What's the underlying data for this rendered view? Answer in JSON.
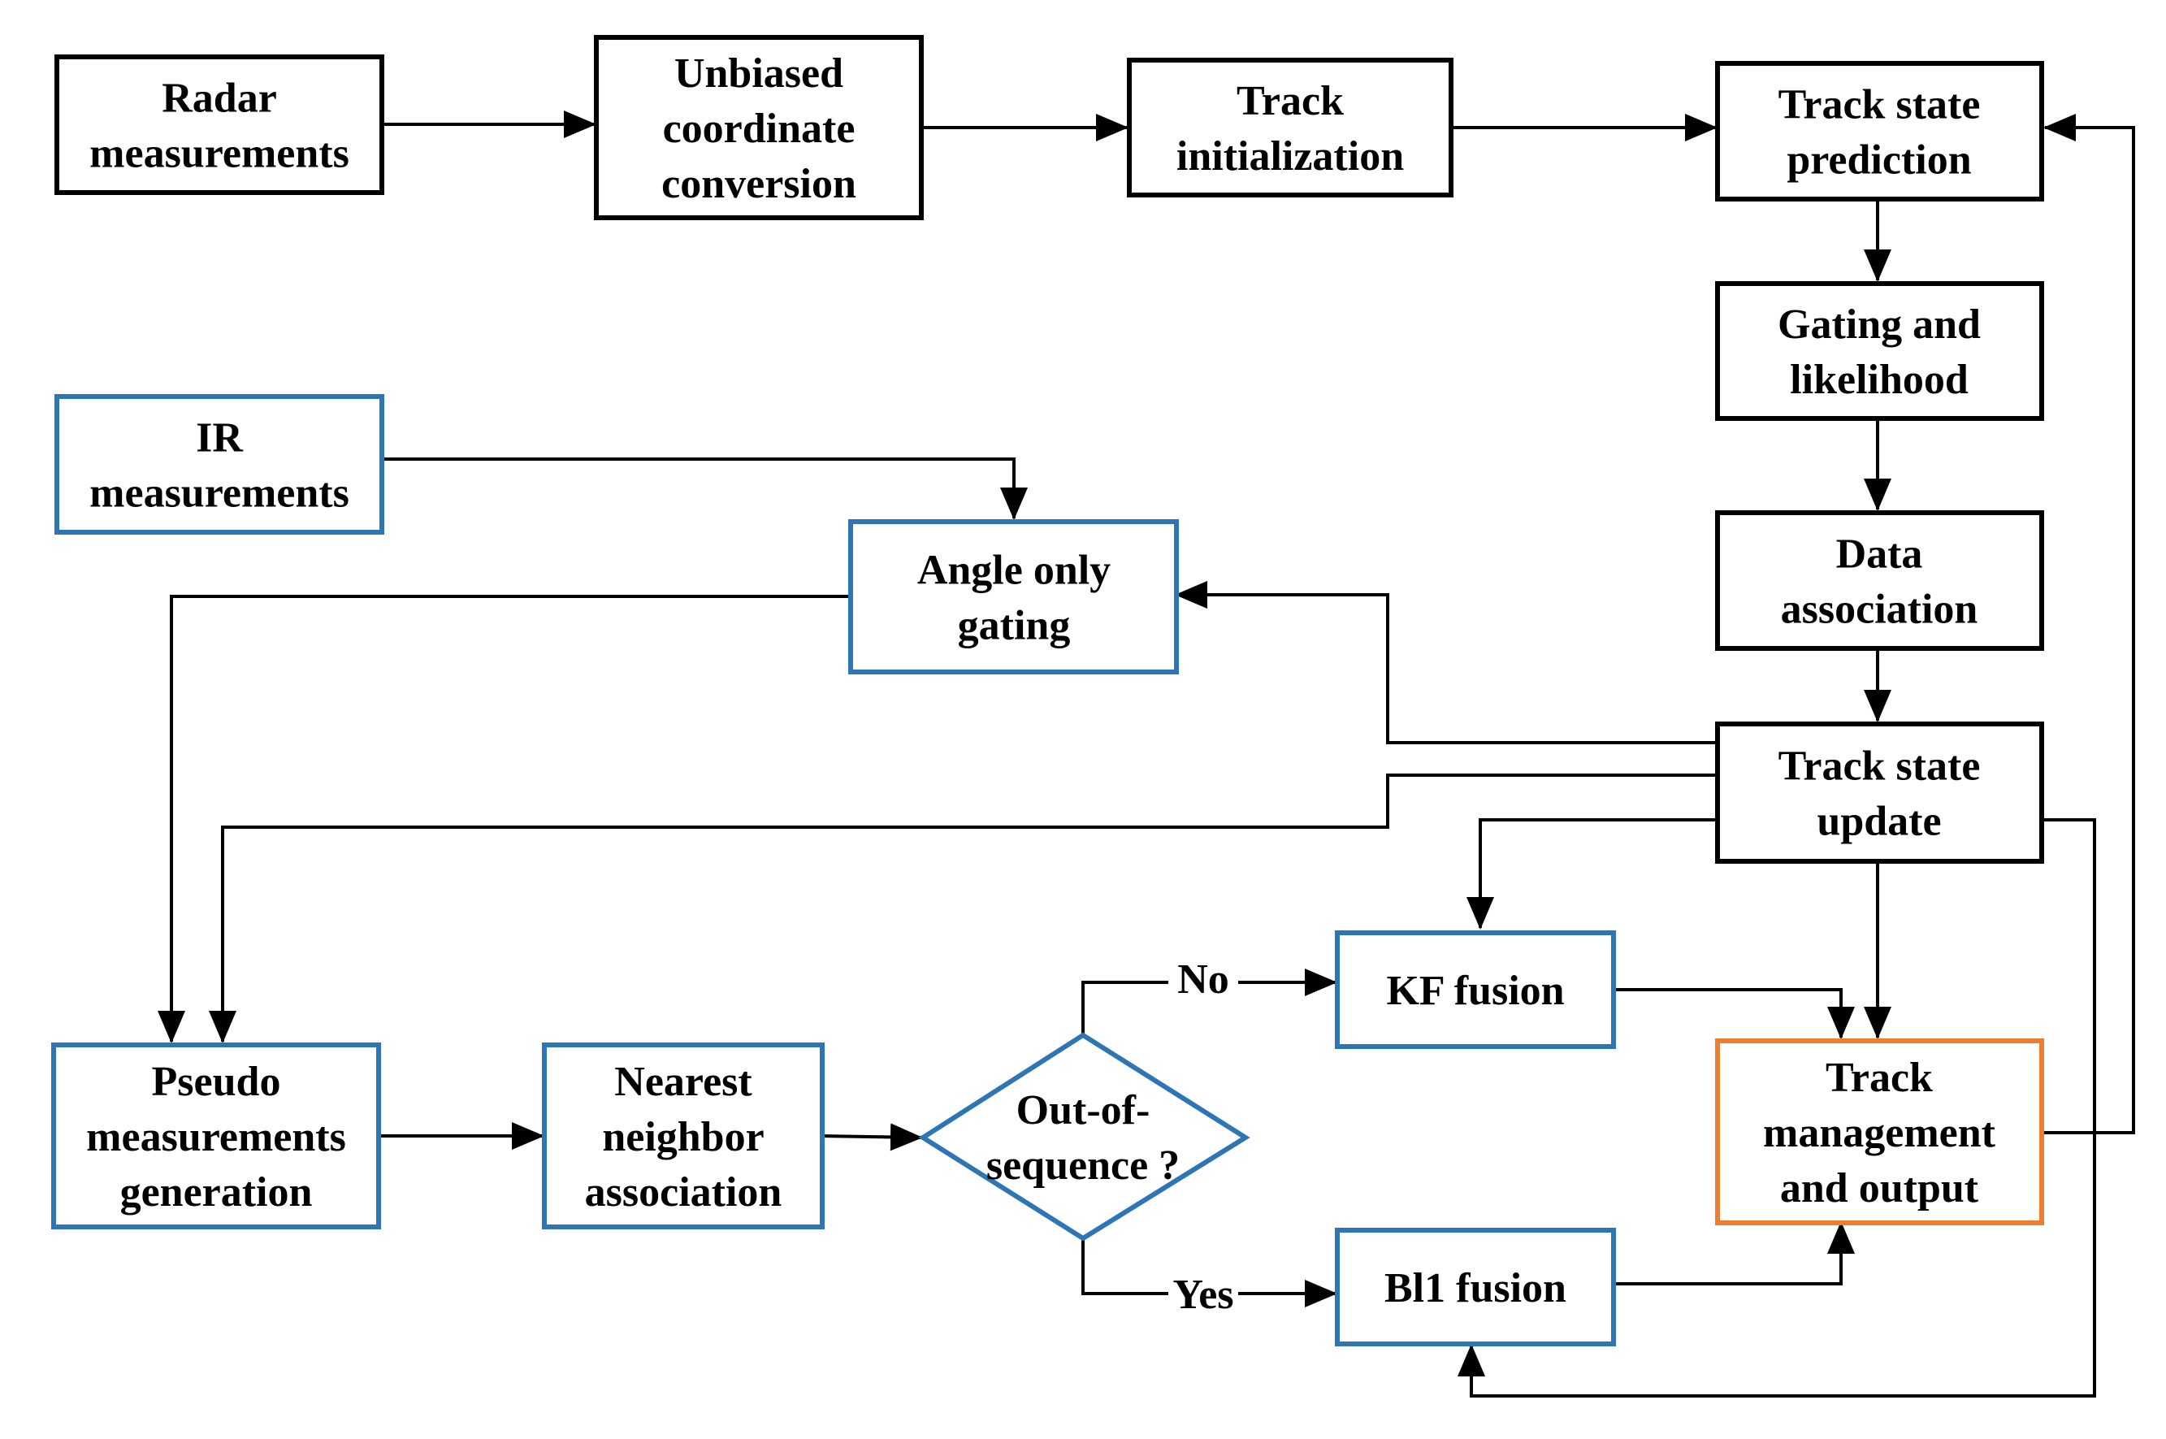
{
  "colors": {
    "background": "#ffffff",
    "radar_border": "#000000",
    "ir_border": "#2e75b6",
    "output_border": "#ed7d31",
    "arrow": "#000000"
  },
  "nodes": {
    "radar_measurements": {
      "lines": [
        "Radar",
        "measurements"
      ],
      "border": "radar_border"
    },
    "unbiased_conversion": {
      "lines": [
        "Unbiased",
        "coordinate",
        "conversion"
      ],
      "border": "radar_border"
    },
    "track_initialization": {
      "lines": [
        "Track",
        "initialization"
      ],
      "border": "radar_border"
    },
    "track_state_prediction": {
      "lines": [
        "Track state",
        "prediction"
      ],
      "border": "radar_border"
    },
    "gating_likelihood": {
      "lines": [
        "Gating and",
        "likelihood"
      ],
      "border": "radar_border"
    },
    "data_association": {
      "lines": [
        "Data",
        "association"
      ],
      "border": "radar_border"
    },
    "track_state_update": {
      "lines": [
        "Track state",
        "update"
      ],
      "border": "radar_border"
    },
    "ir_measurements": {
      "lines": [
        "IR",
        "measurements"
      ],
      "border": "ir_border"
    },
    "angle_only_gating": {
      "lines": [
        "Angle only",
        "gating"
      ],
      "border": "ir_border"
    },
    "pseudo_measurements": {
      "lines": [
        "Pseudo",
        "measurements",
        "generation"
      ],
      "border": "ir_border"
    },
    "nearest_neighbor": {
      "lines": [
        "Nearest",
        "neighbor",
        "association"
      ],
      "border": "ir_border"
    },
    "out_of_sequence": {
      "lines": [
        "Out-of-",
        "sequence ?"
      ],
      "border": "ir_border",
      "shape": "diamond"
    },
    "kf_fusion": {
      "lines": [
        "KF fusion"
      ],
      "border": "ir_border"
    },
    "bi1_fusion": {
      "lines": [
        "Bl1 fusion"
      ],
      "border": "ir_border"
    },
    "track_management": {
      "lines": [
        "Track",
        "management",
        "and output"
      ],
      "border": "output_border"
    }
  },
  "edge_labels": {
    "no": "No",
    "yes": "Yes"
  }
}
